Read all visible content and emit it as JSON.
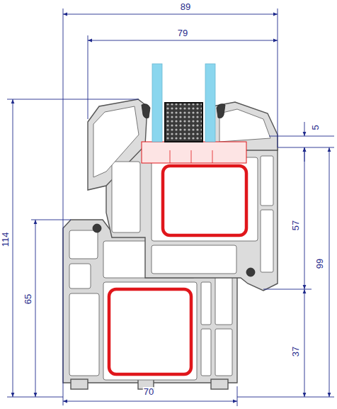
{
  "diagram": {
    "labels": [
      "89",
      "79",
      "5",
      "57",
      "99",
      "114",
      "65",
      "37",
      "70"
    ]
  }
}
